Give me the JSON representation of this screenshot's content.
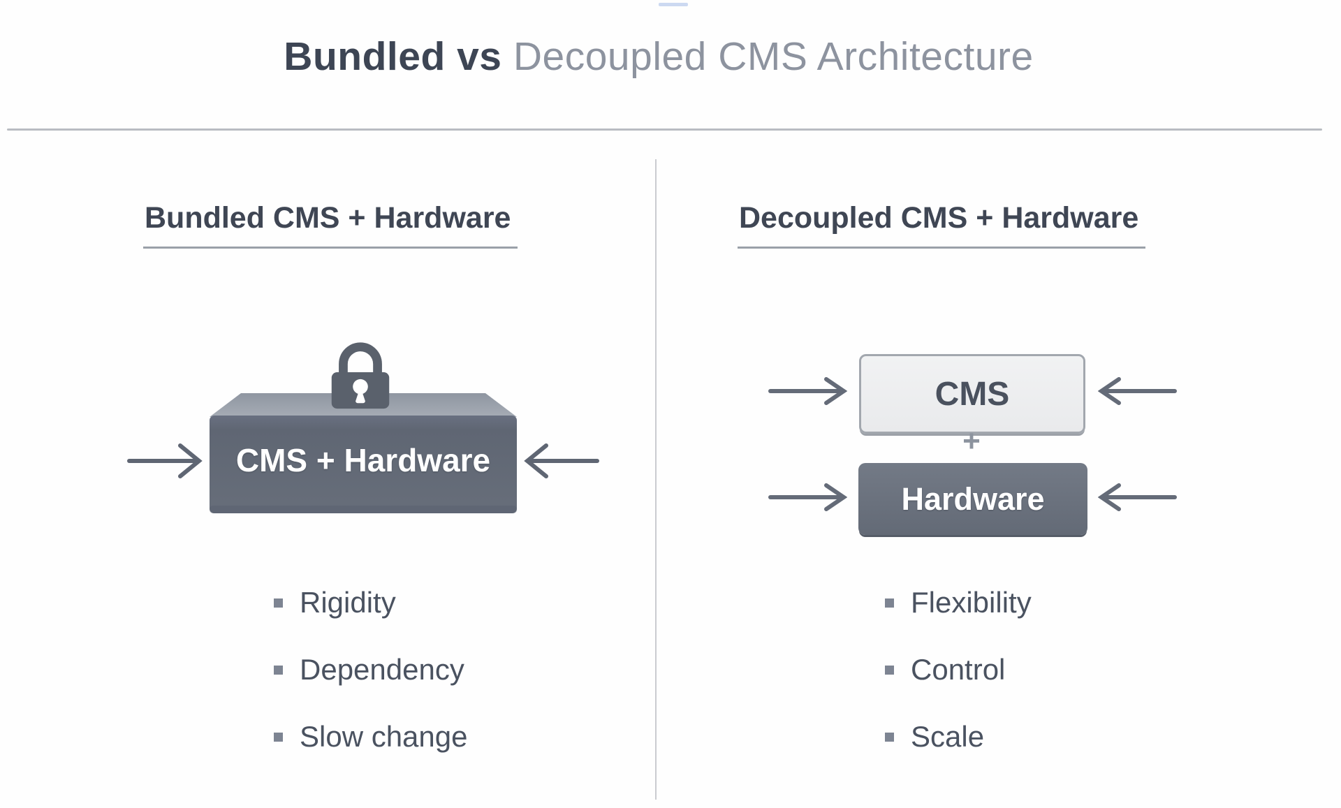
{
  "title": {
    "emphasis": "Bundled vs",
    "rest": " Decoupled CMS Architecture"
  },
  "panels": {
    "left": {
      "heading": "Bundled CMS + Hardware",
      "box_label": "CMS + Hardware",
      "bullets": [
        "Rigidity",
        "Dependency",
        "Slow change"
      ]
    },
    "right": {
      "heading": "Decoupled CMS + Hardware",
      "cms_label": "CMS",
      "plus": "+",
      "hardware_label": "Hardware",
      "bullets": [
        "Flexibility",
        "Control",
        "Scale"
      ]
    }
  },
  "icons": {
    "lock": "lock-icon",
    "arrow_right": "arrow-right-icon",
    "arrow_left": "arrow-left-icon"
  },
  "colors": {
    "title_dark": "#3d4554",
    "title_light": "#8d939f",
    "heading": "#3f4654",
    "bullet_text": "#4a5260",
    "bullet_square": "#7d8492",
    "divider": "#b9bcc2",
    "arrow": "#646b78",
    "slab_top": "#99a0aa",
    "slab_front": "#606774",
    "lock": "#5a616c",
    "cms_fill": "#ededef",
    "cms_border": "#a2a7ae",
    "cms_text": "#4a515e",
    "hardware_fill": "#6a7180",
    "artifact_blue": "#ccd9f1"
  }
}
